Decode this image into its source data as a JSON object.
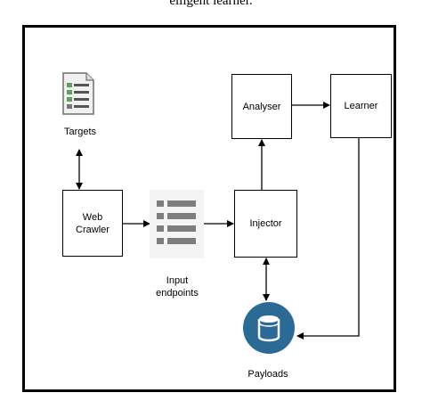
{
  "caption_fragment": "elligent learner.",
  "nodes": {
    "targets": "Targets",
    "web_crawler": "Web\nCrawler",
    "input_endpoints": "Input\nendpoints",
    "injector": "Injector",
    "analyser": "Analyser",
    "learner": "Learner",
    "payloads": "Payloads"
  },
  "colors": {
    "payloads_fill": "#2b6a97",
    "list_icon_gray": "#7d7d7d",
    "doc_icon_green": "#5aa35a"
  }
}
